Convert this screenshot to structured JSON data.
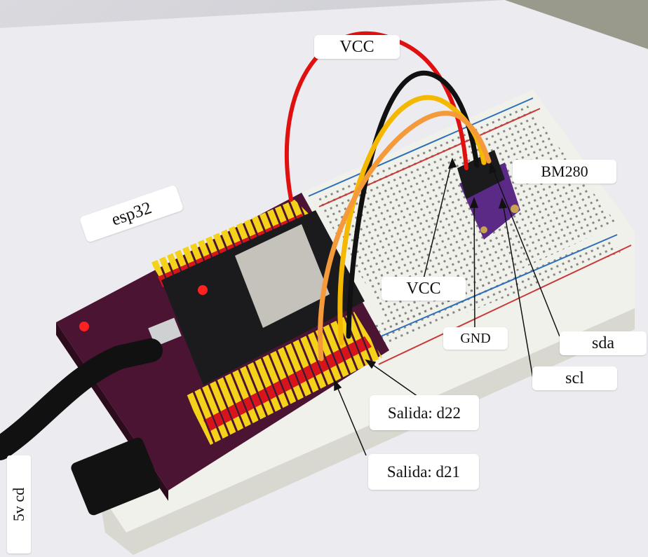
{
  "labels": {
    "vcc_top": "VCC",
    "bm280": "BM280",
    "esp32": "esp32",
    "vcc_mid": "VCC",
    "gnd": "GND",
    "sda": "sda",
    "scl": "scl",
    "d22": "Salida: d22",
    "d21": "Salida: d21",
    "power": "5v cd"
  },
  "colors": {
    "wire_vcc": "#e01010",
    "wire_gnd": "#111111",
    "wire_sda": "#f5b800",
    "wire_scl": "#f59a3a",
    "board": "#4a1432",
    "breadboard": "#f1f1ec",
    "module": "#5b2a86"
  }
}
